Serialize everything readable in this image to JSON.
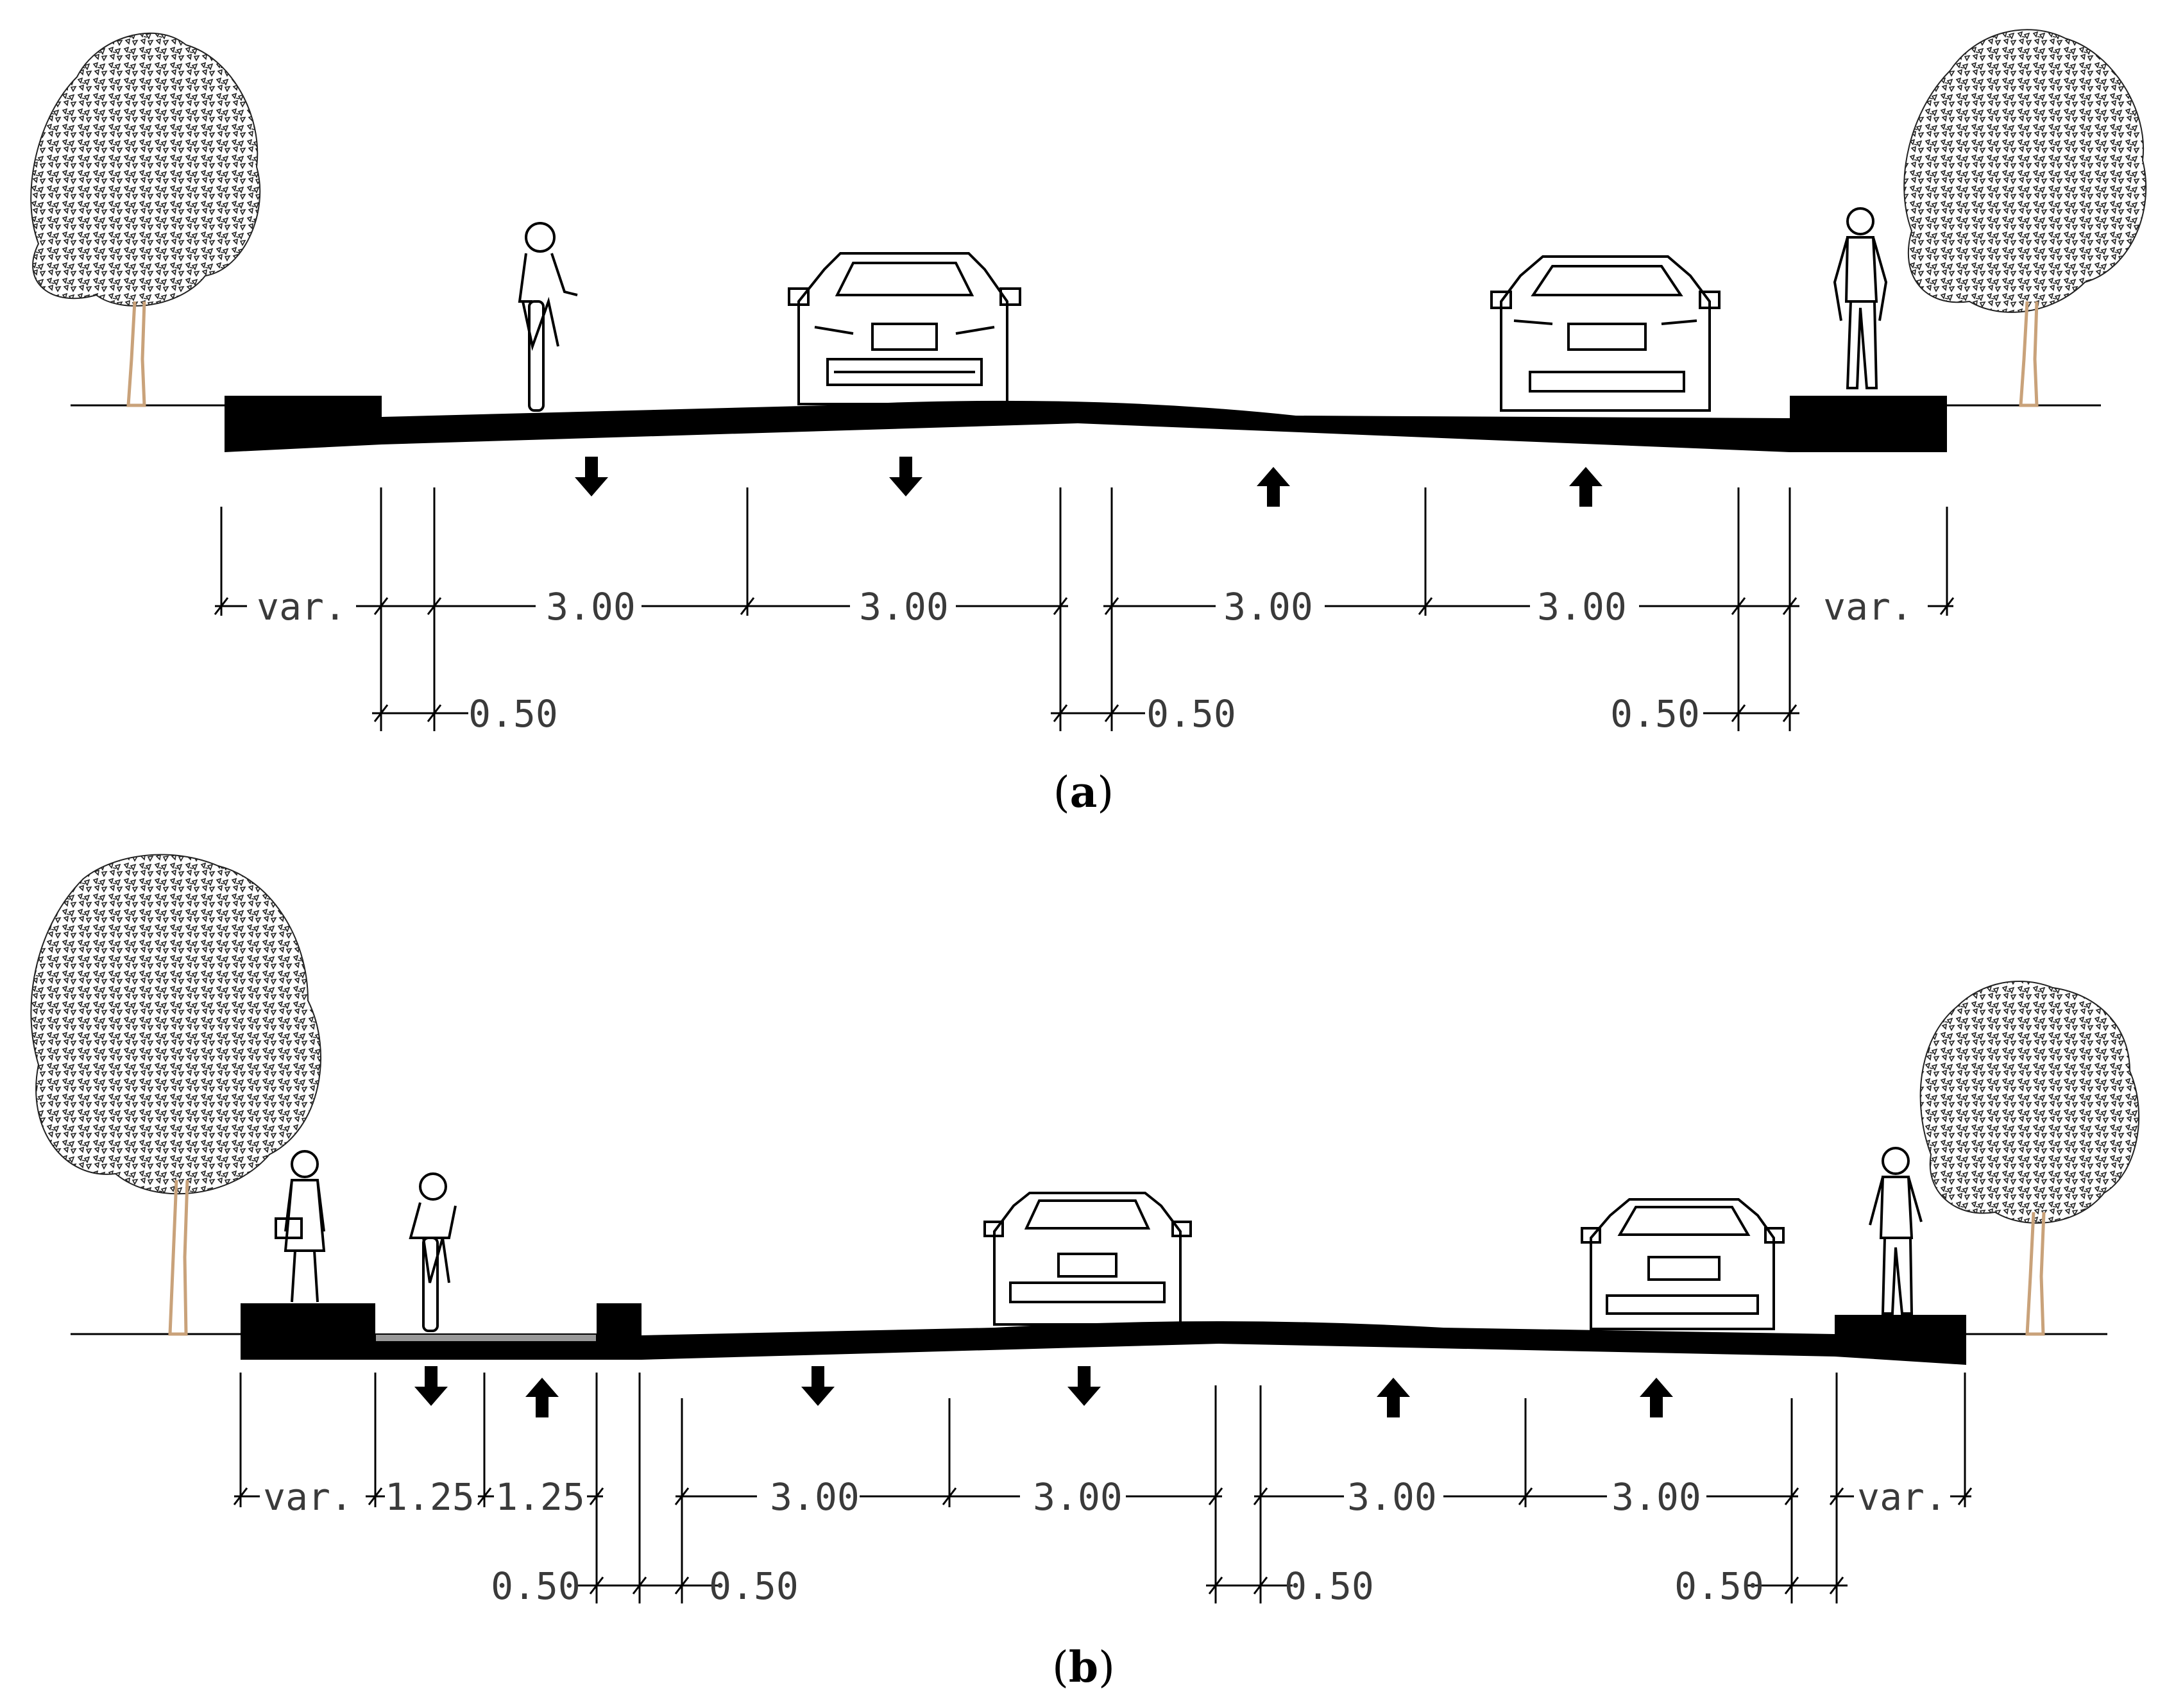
{
  "panels": [
    {
      "id": "a",
      "caption": "a",
      "dims_top": [
        "var.",
        "3.00",
        "3.00",
        "3.00",
        "3.00",
        "var."
      ],
      "dims_bottom": [
        "0.50",
        "0.50",
        "0.50"
      ]
    },
    {
      "id": "b",
      "caption": "b",
      "dims_top": [
        "var.",
        "1.25",
        "1.25",
        "3.00",
        "3.00",
        "3.00",
        "3.00",
        "var."
      ],
      "dims_bottom": [
        "0.50",
        "0.50",
        "0.50",
        "0.50"
      ]
    }
  ],
  "colors": {
    "line": "#000000",
    "dim_text": "#3a3a3a",
    "trunk": "#c9a27a"
  }
}
